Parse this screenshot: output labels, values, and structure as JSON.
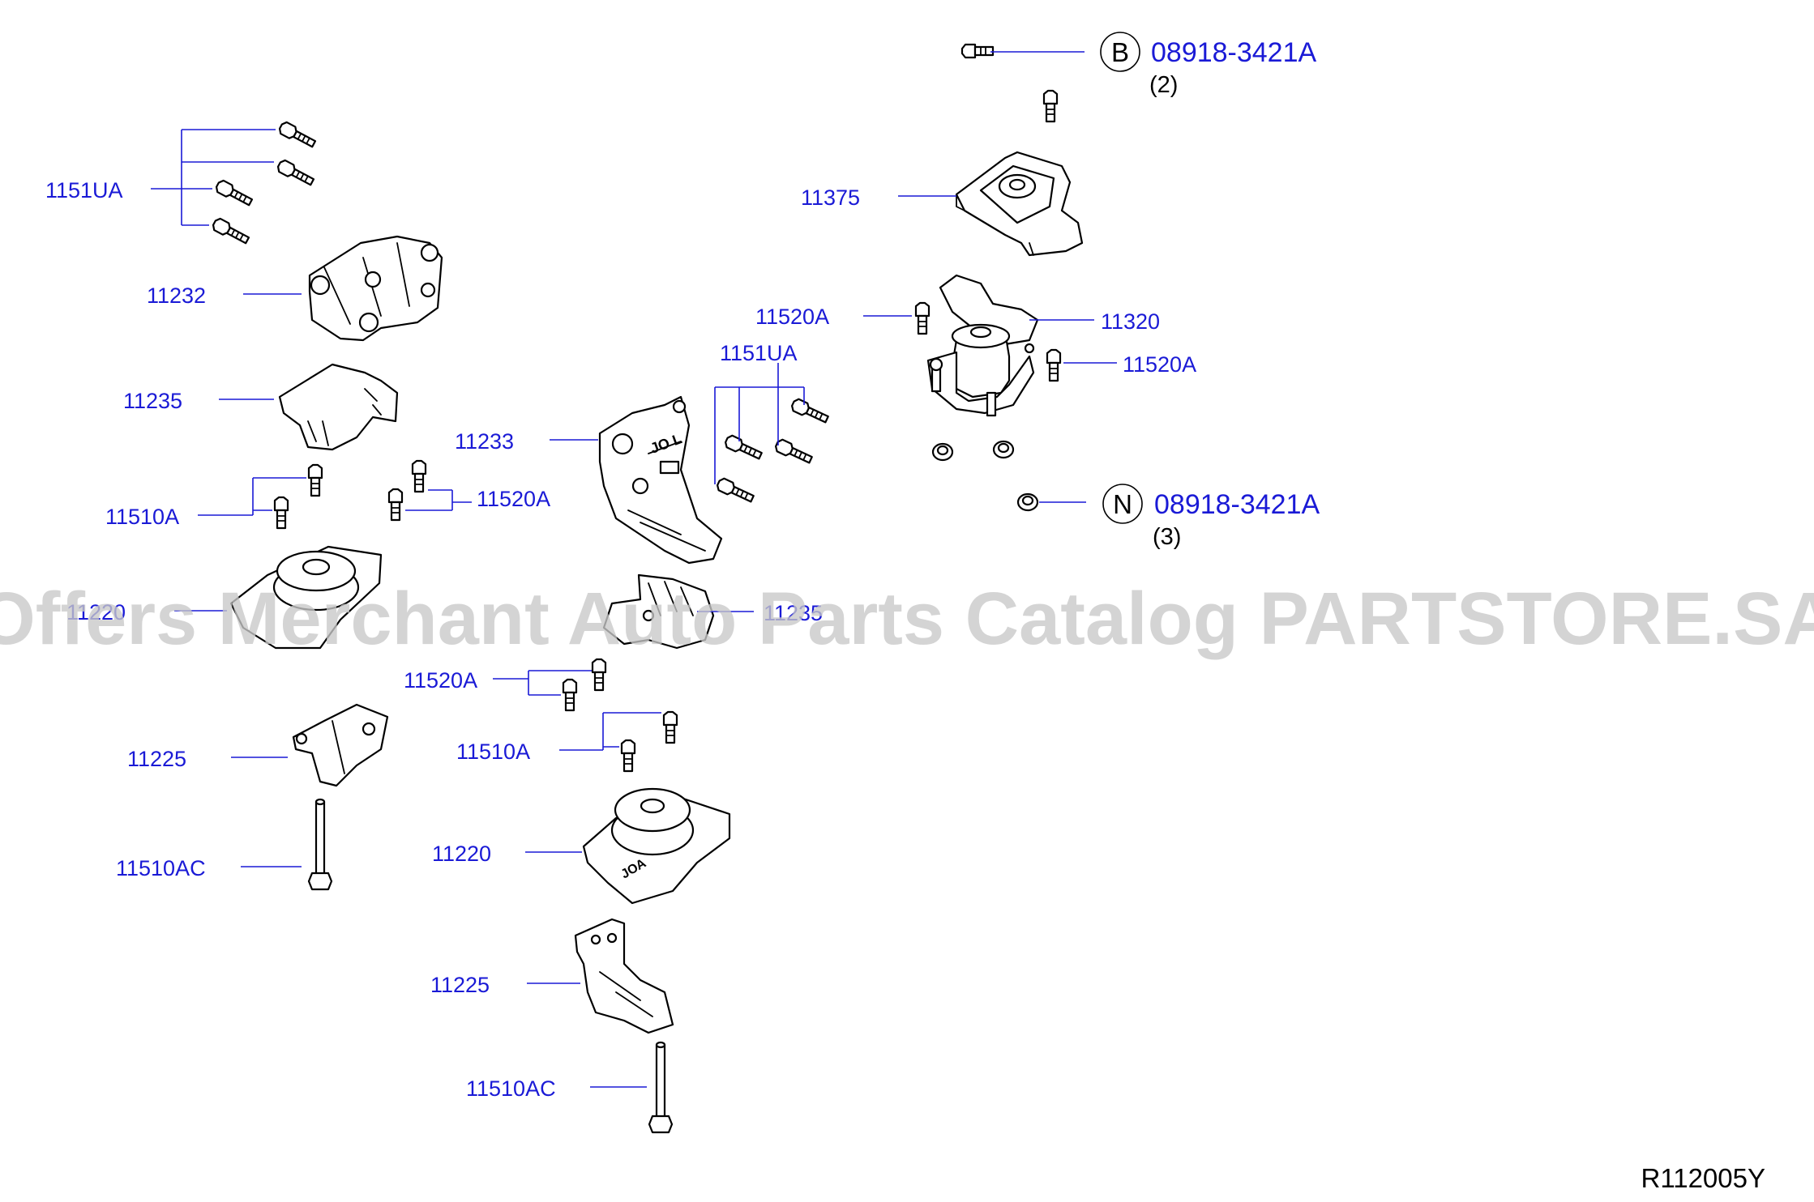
{
  "labels": {
    "p1151ua_left": "1151UA",
    "p11232": "11232",
    "p11235_left": "11235",
    "p11510a_left": "11510A",
    "p11220_left": "11220",
    "p11520a_mid": "11520A",
    "p11233": "11233",
    "p11235_mid": "11235",
    "p11520a_lower": "11520A",
    "p11510a_lower": "11510A",
    "p11225_left": "11225",
    "p11510ac_left": "11510AC",
    "p11220_lower": "11220",
    "p11225_lower": "11225",
    "p11510ac_lower": "11510AC",
    "p11375": "11375",
    "p11520a_right1": "11520A",
    "p11320": "11320",
    "p1151ua_mid": "1151UA",
    "p11520a_right2": "11520A"
  },
  "callouts": {
    "bolt_ref": {
      "letter": "B",
      "part": "08918-3421A",
      "qty": "(2)"
    },
    "nut_ref": {
      "letter": "N",
      "part": "08918-3421A",
      "qty": "(3)"
    }
  },
  "watermark": "Offers Merchant Auto Parts Catalog PARTSTORE.SA",
  "diagram_code": "R112005Y",
  "colors": {
    "label": "#1a1ad6",
    "line_art": "#000000",
    "watermark": "#c9c9c9"
  }
}
